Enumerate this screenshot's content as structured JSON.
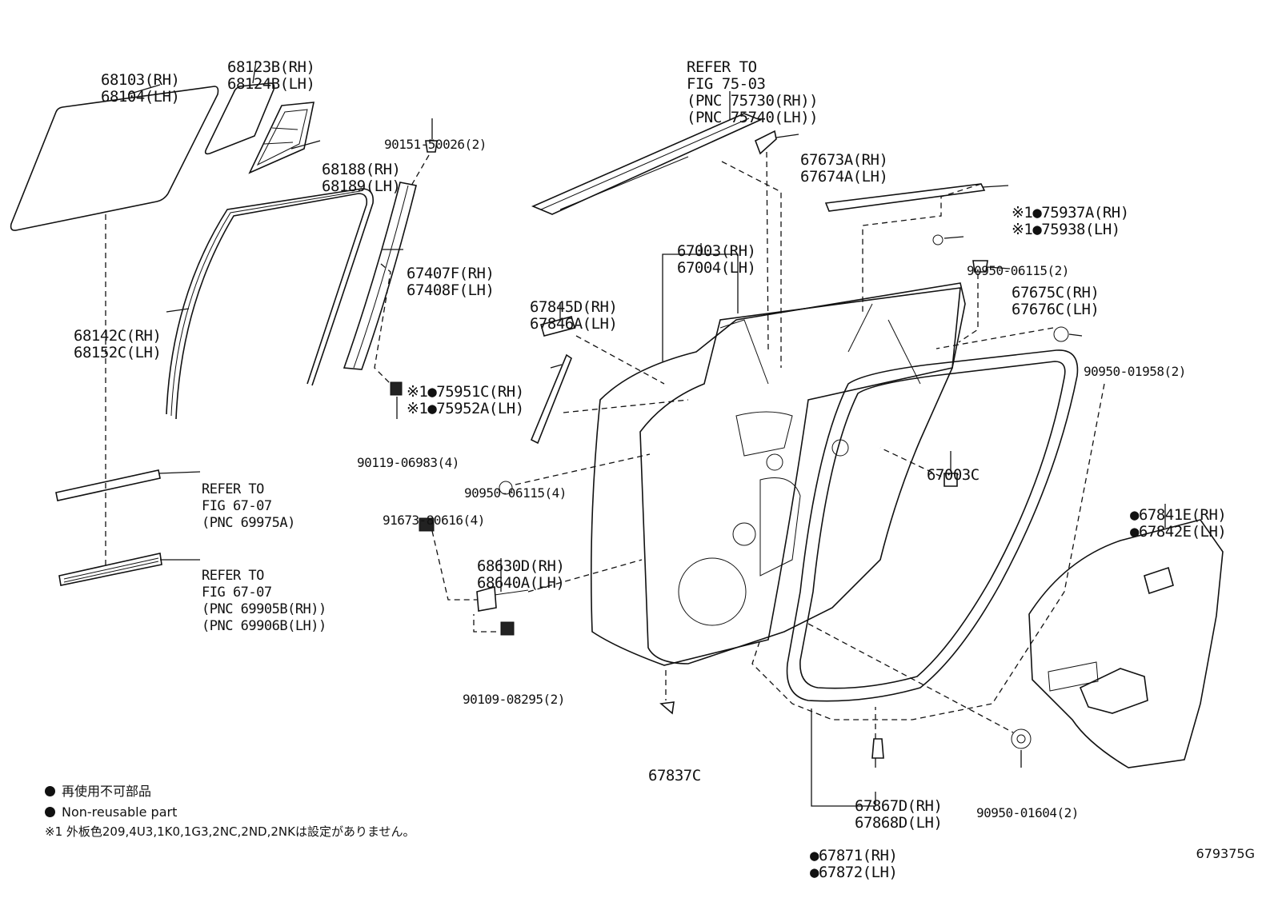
{
  "callouts": [
    {
      "id": "glass",
      "lines": [
        "68103(RH)",
        "68104(LH)"
      ]
    },
    {
      "id": "quarter-glass",
      "lines": [
        "68123B(RH)",
        "68124B(LH)"
      ]
    },
    {
      "id": "quarter-frame",
      "lines": [
        "68188(RH)",
        "68189(LH)"
      ]
    },
    {
      "id": "screw-top",
      "lines": [
        "90151-50026(2)"
      ]
    },
    {
      "id": "refer-75",
      "lines": [
        "REFER TO",
        "FIG 75-03",
        "(PNC 75730(RH))",
        "(PNC 75740(LH))"
      ]
    },
    {
      "id": "cover-top",
      "lines": [
        "67673A(RH)",
        "67674A(LH)"
      ]
    },
    {
      "id": "moulding",
      "lines": [
        "※1●75937A(RH)",
        "※1●75938(LH)"
      ]
    },
    {
      "id": "clip-06115-top",
      "lines": [
        "90950-06115(2)"
      ]
    },
    {
      "id": "door-panel",
      "lines": [
        "67003(RH)",
        "67004(LH)"
      ]
    },
    {
      "id": "channel",
      "lines": [
        "67407F(RH)",
        "67408F(LH)"
      ]
    },
    {
      "id": "run",
      "lines": [
        "68142C(RH)",
        "68152C(LH)"
      ]
    },
    {
      "id": "bracket",
      "lines": [
        "67845D(RH)",
        "67846A(LH)"
      ]
    },
    {
      "id": "stopper",
      "lines": [
        "67675C(RH)",
        "67676C(LH)"
      ]
    },
    {
      "id": "plug-01958",
      "lines": [
        "90950-01958(2)"
      ]
    },
    {
      "id": "garnish",
      "lines": [
        "※1●75951C(RH)",
        "※1●75952A(LH)"
      ]
    },
    {
      "id": "bolt-06983",
      "lines": [
        "90119-06983(4)"
      ]
    },
    {
      "id": "panel-c",
      "lines": [
        "67003C"
      ]
    },
    {
      "id": "refer-69975",
      "lines": [
        "REFER TO",
        "FIG 67-07",
        "(PNC 69975A)"
      ]
    },
    {
      "id": "clip-06115-mid",
      "lines": [
        "90950-06115(4)"
      ]
    },
    {
      "id": "bolt-80616",
      "lines": [
        "91673-80616(4)"
      ]
    },
    {
      "id": "weatherstrip-film",
      "lines": [
        "●67841E(RH)",
        "●67842E(LH)"
      ]
    },
    {
      "id": "check",
      "lines": [
        "68630D(RH)",
        "68640A(LH)"
      ]
    },
    {
      "id": "refer-69905",
      "lines": [
        "REFER TO",
        "FIG 67-07",
        "(PNC 69905B(RH))",
        "(PNC 69906B(LH))"
      ]
    },
    {
      "id": "bolt-08295",
      "lines": [
        "90109-08295(2)"
      ]
    },
    {
      "id": "hole-plug",
      "lines": [
        "67837C"
      ]
    },
    {
      "id": "clip-67867",
      "lines": [
        "67867D(RH)",
        "67868D(LH)"
      ]
    },
    {
      "id": "plug-01604",
      "lines": [
        "90950-01604(2)"
      ]
    },
    {
      "id": "weatherstrip",
      "lines": [
        "●67871(RH)",
        "●67872(LH)"
      ]
    }
  ],
  "legend": {
    "jp_nonreusable": "再使用不可部品",
    "en_nonreusable": "Non-reusable part",
    "footnote": "※1 外板色209,4U3,1K0,1G3,2NC,2ND,2NKは設定がありません。"
  },
  "figure_code": "679375G"
}
